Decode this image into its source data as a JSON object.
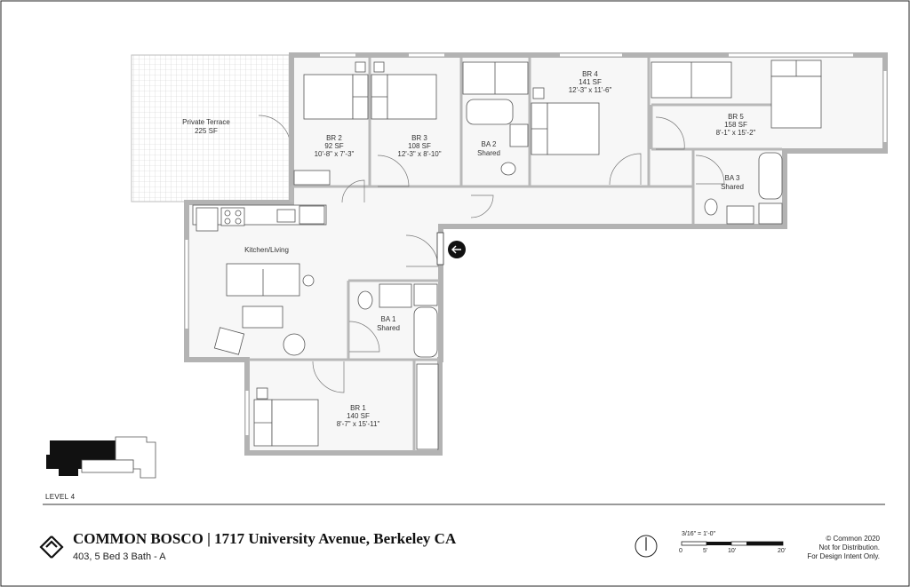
{
  "rooms": {
    "terrace": {
      "name": "Private Terrace",
      "area": "225 SF"
    },
    "br2": {
      "name": "BR 2",
      "area": "92 SF",
      "dims": "10'-8\" x 7'-3\""
    },
    "br3": {
      "name": "BR 3",
      "area": "108 SF",
      "dims": "12'-3\" x 8'-10\""
    },
    "ba2": {
      "name": "BA 2",
      "note": "Shared"
    },
    "br4": {
      "name": "BR 4",
      "area": "141 SF",
      "dims": "12'-3\" x 11'-6\""
    },
    "br5": {
      "name": "BR 5",
      "area": "158 SF",
      "dims": "8'-1\" x 15'-2\""
    },
    "ba3": {
      "name": "BA 3",
      "note": "Shared"
    },
    "kitchen": {
      "name": "Kitchen/Living"
    },
    "ba1": {
      "name": "BA 1",
      "note": "Shared"
    },
    "br1": {
      "name": "BR 1",
      "area": "140 SF",
      "dims": "8'-7\" x 15'-11\""
    }
  },
  "level": "LEVEL 4",
  "title": {
    "main": "COMMON BOSCO | 1717 University Avenue, Berkeley CA",
    "sub": "403, 5 Bed 3 Bath - A"
  },
  "scale": {
    "ratio": "3/16\" = 1'-0\"",
    "ticks": [
      "0",
      "5'",
      "10'",
      "20'"
    ]
  },
  "notes": [
    "© Common 2020",
    "Not for Distribution.",
    "For Design Intent Only."
  ],
  "icons": {
    "entry": "arrow-left-icon",
    "north": "north-arrow-icon",
    "logo": "common-logo-icon"
  },
  "colors": {
    "wall": "#b9b9b9",
    "floor": "#f6f6f6",
    "fixture": "#555555",
    "accent": "#111111"
  }
}
